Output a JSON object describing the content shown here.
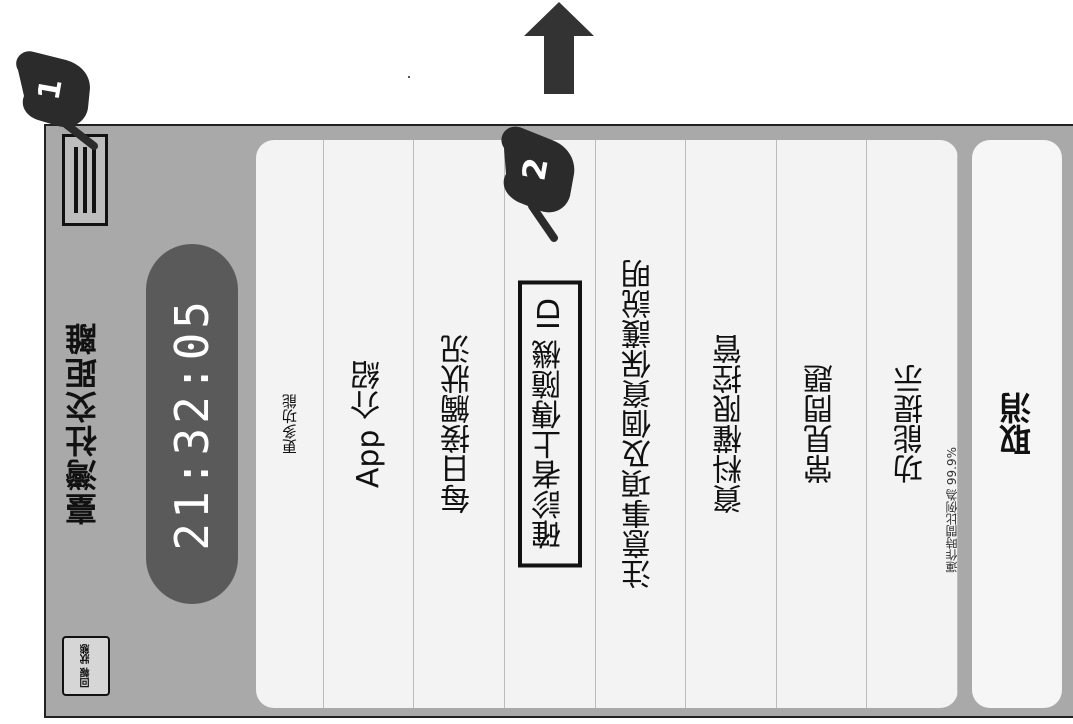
{
  "header": {
    "app_title": "臺灣社交距離",
    "timer": "21:32:05",
    "badge_label": "回報\n狀態"
  },
  "menu": {
    "header": "更多功能",
    "items": [
      {
        "label": "App 介紹"
      },
      {
        "label": "每日接觸狀況"
      },
      {
        "label": "確診者上傳隨機 ID"
      },
      {
        "label": "注意事項及個資保護說明"
      },
      {
        "label": "資料權限控管"
      },
      {
        "label": "常見問題"
      },
      {
        "label": "功能提示"
      }
    ],
    "version_note": "運作時間比例為 99.9%",
    "cancel_label": "取消"
  },
  "annotations": {
    "step_1": "1",
    "step_2": "2"
  }
}
